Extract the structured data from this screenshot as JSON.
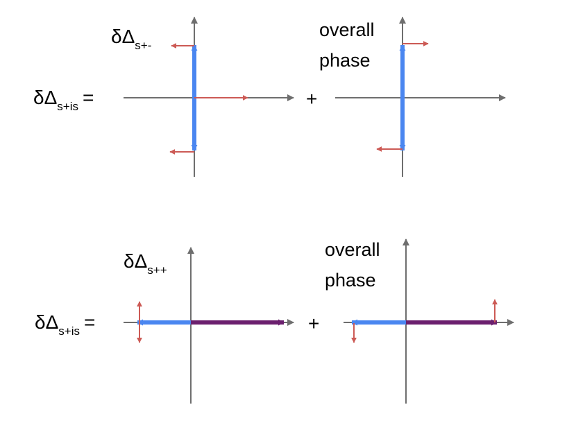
{
  "colors": {
    "axis": "#6e6e6e",
    "blue": "#4a86f0",
    "red": "#cc5a55",
    "purple": "#6b1f6e"
  },
  "row1": {
    "lhs": {
      "main": "δΔ",
      "sub": "s+is",
      "eq": "="
    },
    "label_main": "δΔ",
    "label_sub": "s+-",
    "plus": "+",
    "phase_line1": "overall",
    "phase_line2": "phase"
  },
  "row2": {
    "lhs": {
      "main": "δΔ",
      "sub": "s+is",
      "eq": "="
    },
    "label_main": "δΔ",
    "label_sub": "s++",
    "plus": "+",
    "phase_line1": "overall",
    "phase_line2": "phase"
  }
}
